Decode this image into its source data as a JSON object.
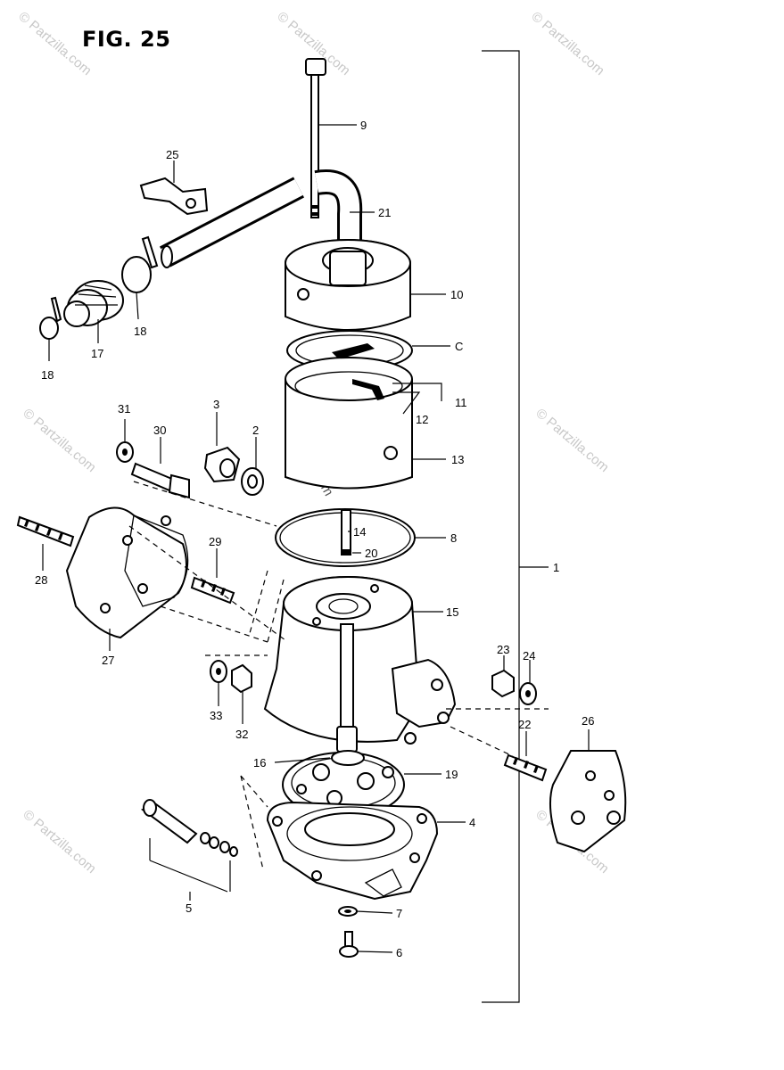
{
  "figure": {
    "title": "FIG. 25"
  },
  "watermark": {
    "text": "© Partzilla.com"
  },
  "callouts": [
    {
      "id": "c9",
      "label": "9"
    },
    {
      "id": "c21",
      "label": "21"
    },
    {
      "id": "c25",
      "label": "25"
    },
    {
      "id": "c10",
      "label": "10"
    },
    {
      "id": "cC",
      "label": "C"
    },
    {
      "id": "c11",
      "label": "11"
    },
    {
      "id": "c12",
      "label": "12"
    },
    {
      "id": "c13",
      "label": "13"
    },
    {
      "id": "c17",
      "label": "17"
    },
    {
      "id": "c18a",
      "label": "18"
    },
    {
      "id": "c18b",
      "label": "18"
    },
    {
      "id": "c31",
      "label": "31"
    },
    {
      "id": "c30",
      "label": "30"
    },
    {
      "id": "c3",
      "label": "3"
    },
    {
      "id": "c2",
      "label": "2"
    },
    {
      "id": "c14",
      "label": "14"
    },
    {
      "id": "c8",
      "label": "8"
    },
    {
      "id": "c20",
      "label": "20"
    },
    {
      "id": "c1",
      "label": "1"
    },
    {
      "id": "c28",
      "label": "28"
    },
    {
      "id": "c29",
      "label": "29"
    },
    {
      "id": "c15",
      "label": "15"
    },
    {
      "id": "c27",
      "label": "27"
    },
    {
      "id": "c23",
      "label": "23"
    },
    {
      "id": "c24",
      "label": "24"
    },
    {
      "id": "c33",
      "label": "33"
    },
    {
      "id": "c32",
      "label": "32"
    },
    {
      "id": "c22",
      "label": "22"
    },
    {
      "id": "c26",
      "label": "26"
    },
    {
      "id": "c16",
      "label": "16"
    },
    {
      "id": "c19",
      "label": "19"
    },
    {
      "id": "c4",
      "label": "4"
    },
    {
      "id": "c5",
      "label": "5"
    },
    {
      "id": "c7",
      "label": "7"
    },
    {
      "id": "c6",
      "label": "6"
    }
  ]
}
